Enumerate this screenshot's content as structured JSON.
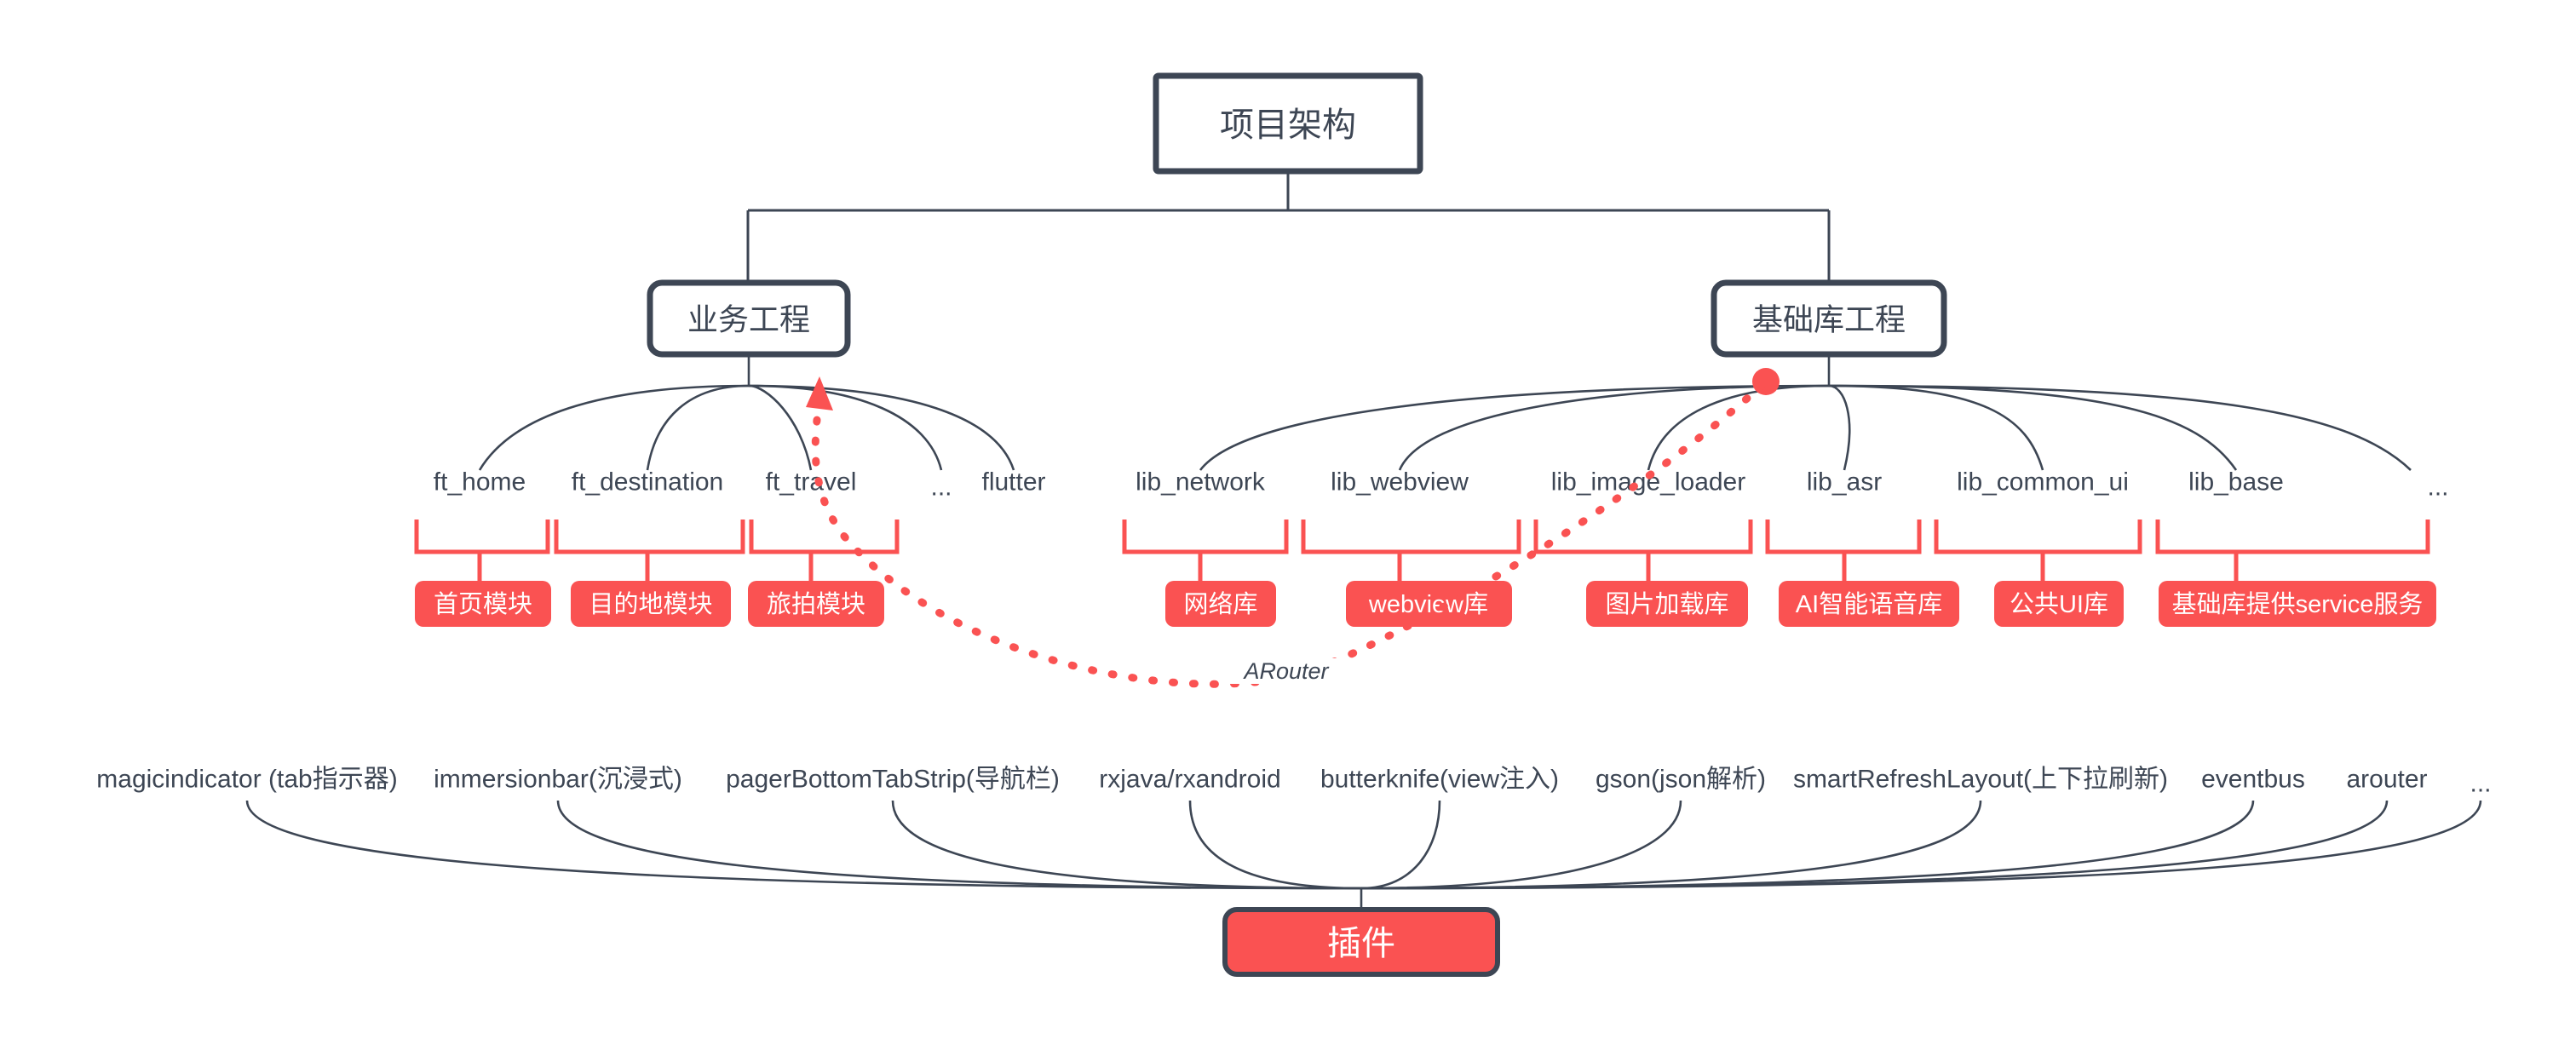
{
  "diagram": {
    "title": "项目架构",
    "root": {
      "label": "项目架构"
    },
    "branches": [
      {
        "id": "business",
        "label": "业务工程"
      },
      {
        "id": "baselib",
        "label": "基础库工程"
      }
    ],
    "business_modules": [
      {
        "label": "ft_home",
        "tag": "首页模块"
      },
      {
        "label": "ft_destination",
        "tag": "目的地模块"
      },
      {
        "label": "ft_travel",
        "tag": "旅拍模块"
      },
      {
        "label": "...",
        "tag": null
      },
      {
        "label": "flutter",
        "tag": null
      }
    ],
    "baselib_modules": [
      {
        "label": "lib_network",
        "tag": "网络库"
      },
      {
        "label": "lib_webview",
        "tag": "webview库"
      },
      {
        "label": "lib_image_loader",
        "tag": "图片加载库"
      },
      {
        "label": "lib_asr",
        "tag": "AI智能语音库"
      },
      {
        "label": "lib_common_ui",
        "tag": "公共UI库"
      },
      {
        "label": "lib_base",
        "tag": "基础库提供service服务"
      },
      {
        "label": "...",
        "tag": null
      }
    ],
    "router": {
      "label": "ARouter"
    },
    "plugins": {
      "box_label": "插件",
      "items": [
        "magicindicator (tab指示器)",
        "immersionbar(沉浸式)",
        "pagerBottomTabStrip(导航栏)",
        "rxjava/rxandroid",
        "butterknife(view注入)",
        "gson(json解析)",
        "smartRefreshLayout(上下拉刷新)",
        "eventbus",
        "arouter",
        "..."
      ]
    },
    "colors": {
      "accent_red": "#fa5252",
      "node_stroke": "#3d4654",
      "text": "#3d4654",
      "background": "#ffffff"
    }
  }
}
